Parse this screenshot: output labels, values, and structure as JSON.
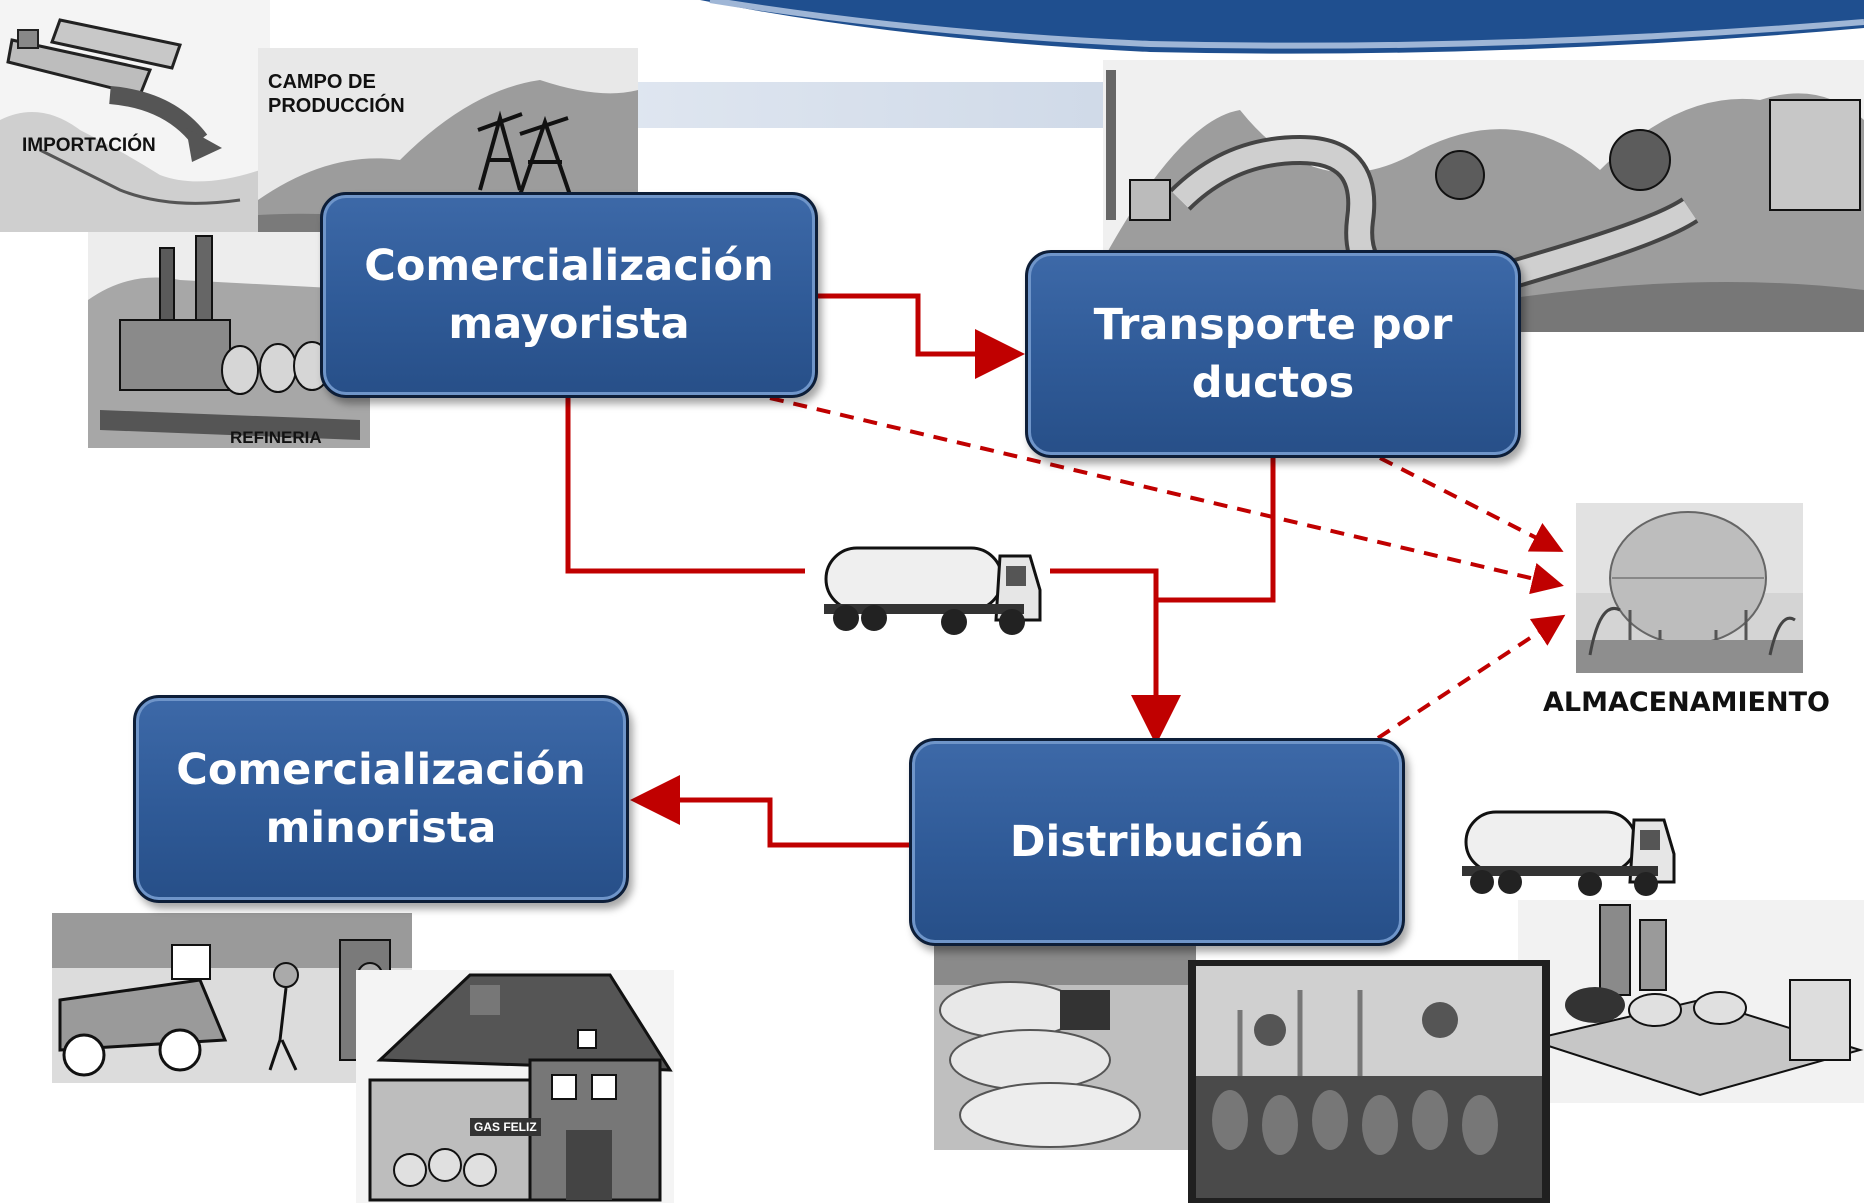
{
  "nodes": {
    "wholesale": "Comercialización mayorista",
    "pipeline": "Transporte por ductos",
    "distribution": "Distribución",
    "retail": "Comercialización minorista"
  },
  "labels": {
    "import": "IMPORTACIÓN",
    "production_field": "CAMPO DE PRODUCCIÓN",
    "refinery": "REFINERIA",
    "storage": "ALMACENAMIENTO",
    "shop_sign": "GAS FELIZ"
  },
  "colors": {
    "node_fill": "#2f5a97",
    "arrow": "#c00000",
    "header_band": "#1f4f8f"
  }
}
